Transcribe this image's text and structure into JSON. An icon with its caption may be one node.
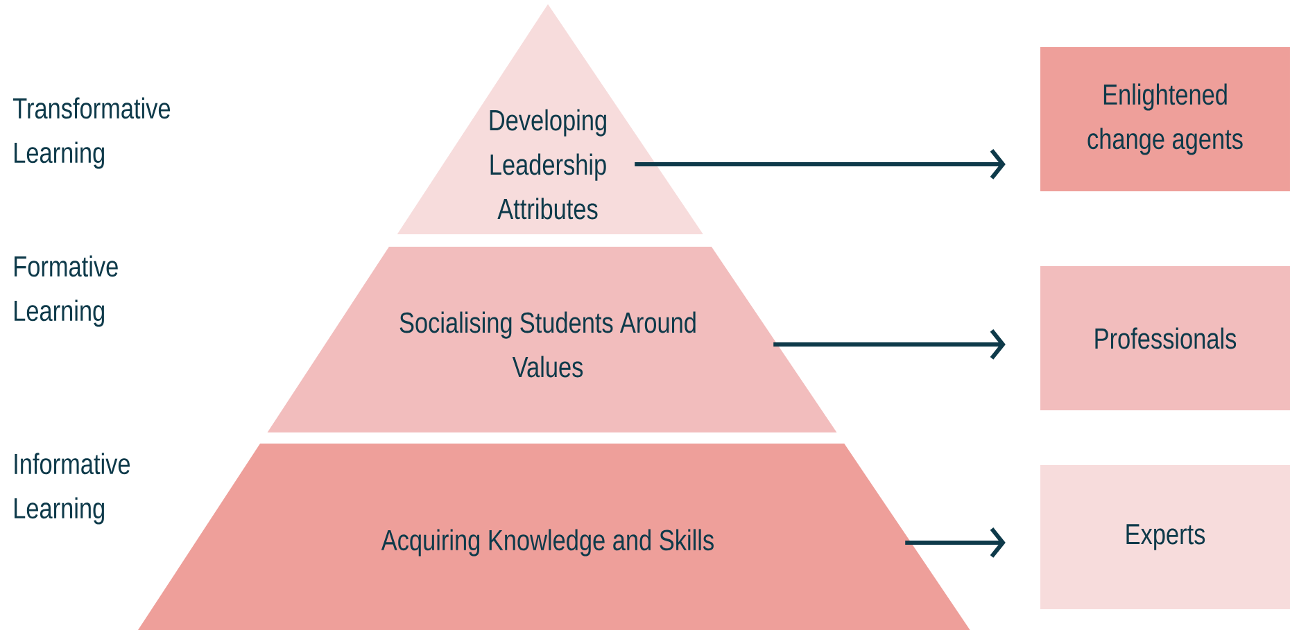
{
  "diagram": {
    "nodes": [
      {
        "text": [
          "Developing Leadership Attributes"
        ]
      },
      {
        "text": [
          "Socialising Students Around Values"
        ]
      },
      {
        "text": [
          "Acquiring Knowledge and Skills"
        ]
      },
      {
        "text": [
          "Enlightened change agents"
        ]
      },
      {
        "text": [
          "Professionals"
        ]
      },
      {
        "text": [
          "Experts"
        ]
      }
    ],
    "edges": [
      {
        "from": 0,
        "to": 3,
        "arrow": "to"
      },
      {
        "from": 1,
        "to": 4,
        "arrow": "to"
      },
      {
        "from": 2,
        "to": 5,
        "arrow": "to"
      }
    ],
    "labels": [
      "Transformative Learning",
      "Formative Learning",
      "Informative Learning"
    ]
  }
}
